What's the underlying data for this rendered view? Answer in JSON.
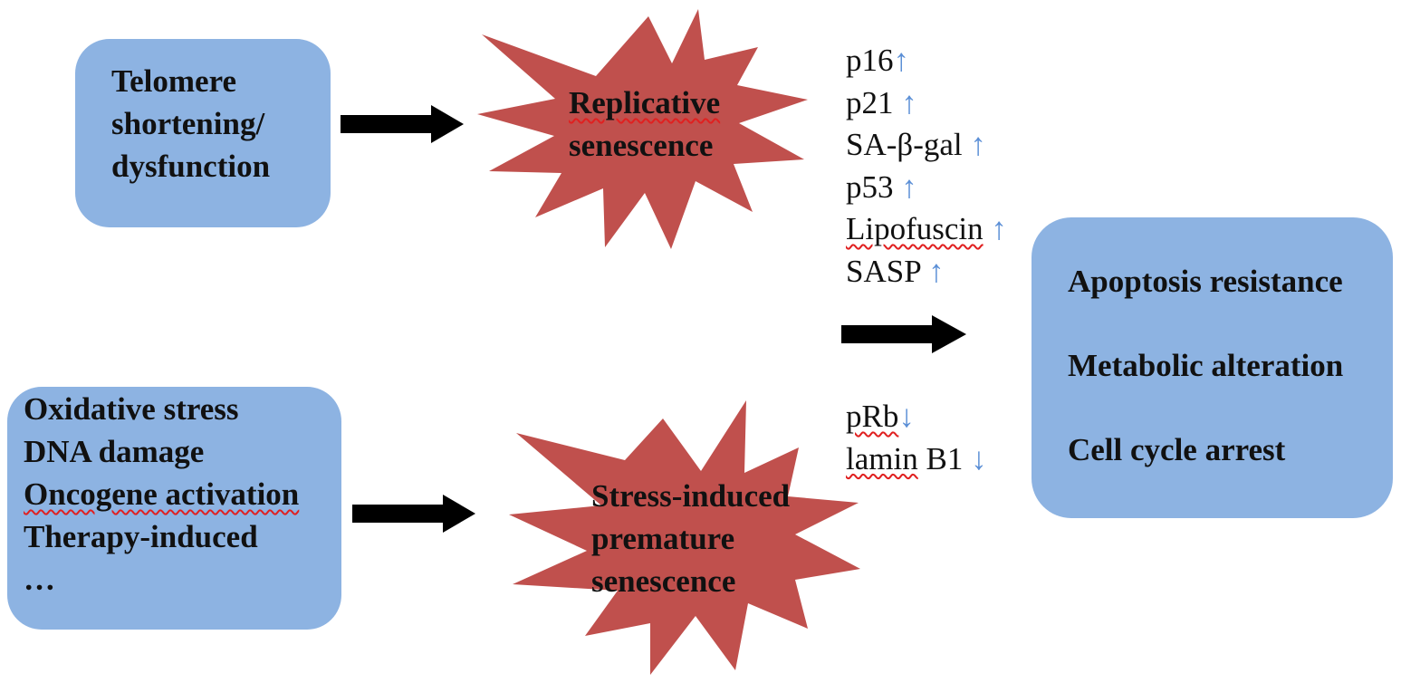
{
  "colors": {
    "box_fill": "#8db3e2",
    "star_fill": "#c0504d",
    "arrow_fill": "#000000",
    "up_down_arrow": "#5b8fd6"
  },
  "telomere_box": {
    "lines": [
      "Telomere",
      "shortening/",
      "dysfunction"
    ]
  },
  "stress_box": {
    "lines": [
      "Oxidative stress",
      "DNA damage",
      "Oncogene activation",
      "Therapy-induced",
      "…"
    ]
  },
  "replicative_star": {
    "lines": [
      "Replicative",
      "senescence"
    ]
  },
  "stress_star": {
    "lines": [
      "Stress-induced",
      "premature",
      "senescence"
    ]
  },
  "markers_up": [
    {
      "label": "p16",
      "arrow": "↑"
    },
    {
      "label": "p21",
      "arrow": "↑"
    },
    {
      "label": "SA-β-gal",
      "arrow": "↑"
    },
    {
      "label": "p53",
      "arrow": "↑"
    },
    {
      "label": "Lipofuscin",
      "arrow": "↑"
    },
    {
      "label": "SASP",
      "arrow": "↑"
    }
  ],
  "markers_down": [
    {
      "label": "pRb",
      "arrow": "↓"
    },
    {
      "label": "lamin",
      "label2": "B1",
      "arrow": "↓"
    }
  ],
  "outcome_box": {
    "items": [
      "Apoptosis resistance",
      "Metabolic alteration",
      "Cell cycle arrest"
    ]
  }
}
